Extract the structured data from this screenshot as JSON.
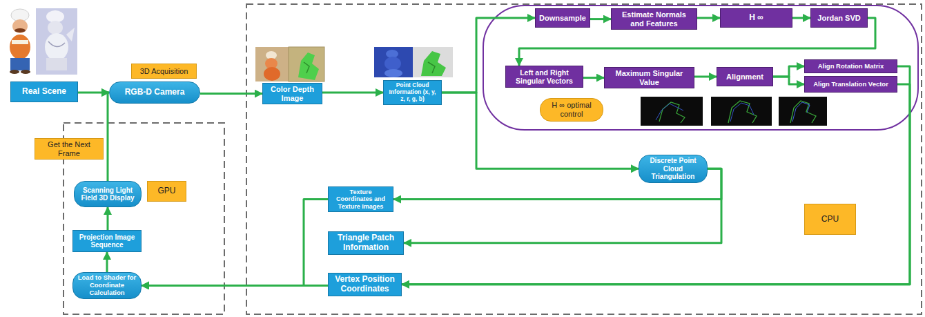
{
  "diagram": {
    "nodes": [
      {
        "text": [
          "Real Scene"
        ]
      },
      {
        "text": [
          "3D Acquisition"
        ]
      },
      {
        "text": [
          "RGB-D Camera"
        ]
      },
      {
        "text": [
          "Get the Next Frame"
        ]
      },
      {
        "text": [
          "Scanning Light Field 3D Display"
        ]
      },
      {
        "text": [
          "GPU"
        ]
      },
      {
        "text": [
          "Projection Image Sequence"
        ]
      },
      {
        "text": [
          "Load to Shader for Coordinate Calculation"
        ]
      },
      {
        "text": [
          "Color Depth Image"
        ]
      },
      {
        "text": [
          "Point Cloud Information (x, y, z, r, g, b)"
        ]
      },
      {
        "text": [
          "Downsample"
        ]
      },
      {
        "text": [
          "Estimate Normals and Features"
        ]
      },
      {
        "text": [
          "H ∞"
        ]
      },
      {
        "text": [
          "Jordan SVD"
        ]
      },
      {
        "text": [
          "Left and Right Singular Vectors"
        ]
      },
      {
        "text": [
          "Maximum Singular Value"
        ]
      },
      {
        "text": [
          "Alignment"
        ]
      },
      {
        "text": [
          "Align Rotation Matrix"
        ]
      },
      {
        "text": [
          "Align Translation Vector"
        ]
      },
      {
        "text": [
          "H ∞ optimal control"
        ]
      },
      {
        "text": [
          "Discrete Point Cloud Triangulation"
        ]
      },
      {
        "text": [
          "Texture Coordinates and Texture Images"
        ]
      },
      {
        "text": [
          "Triangle Patch Information"
        ]
      },
      {
        "text": [
          "Vertex Position Coordinates"
        ]
      },
      {
        "text": [
          "CPU"
        ]
      }
    ],
    "edges": [
      {
        "from": 0,
        "to": 2,
        "arrow": "to"
      },
      {
        "from": 4,
        "to": 2,
        "arrow": "to"
      },
      {
        "from": 2,
        "to": 8,
        "arrow": "to"
      },
      {
        "from": 8,
        "to": 9,
        "arrow": "to"
      },
      {
        "from": 9,
        "to": 10,
        "arrow": "to"
      },
      {
        "from": 9,
        "to": 20,
        "arrow": "to"
      },
      {
        "from": 10,
        "to": 11,
        "arrow": "to"
      },
      {
        "from": 11,
        "to": 12,
        "arrow": "to"
      },
      {
        "from": 12,
        "to": 13,
        "arrow": "to"
      },
      {
        "from": 13,
        "to": 14,
        "arrow": "to"
      },
      {
        "from": 14,
        "to": 15,
        "arrow": "to"
      },
      {
        "from": 15,
        "to": 16,
        "arrow": "to"
      },
      {
        "from": 16,
        "to": 17,
        "arrow": "to"
      },
      {
        "from": 16,
        "to": 18,
        "arrow": "to"
      },
      {
        "from": 17,
        "to": 23,
        "arrow": "to"
      },
      {
        "from": 18,
        "to": 23,
        "arrow": "to"
      },
      {
        "from": 20,
        "to": 21,
        "arrow": "to"
      },
      {
        "from": 20,
        "to": 22,
        "arrow": "to"
      },
      {
        "from": 21,
        "to": 7,
        "arrow": "to"
      },
      {
        "from": 23,
        "to": 7,
        "arrow": "to"
      },
      {
        "from": 7,
        "to": 6,
        "arrow": "to"
      },
      {
        "from": 6,
        "to": 4,
        "arrow": "to"
      }
    ]
  }
}
